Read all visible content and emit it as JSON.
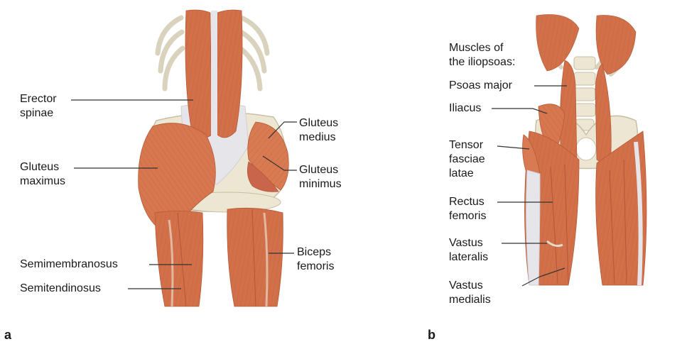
{
  "panels": [
    {
      "id": "a",
      "letter": "a",
      "labels": [
        {
          "key": "erector_spinae",
          "text": "Erector\nspinae"
        },
        {
          "key": "gluteus_maximus",
          "text": "Gluteus\nmaximus"
        },
        {
          "key": "semimembranosus",
          "text": "Semimembranosus"
        },
        {
          "key": "semitendinosus",
          "text": "Semitendinosus"
        },
        {
          "key": "gluteus_medius",
          "text": "Gluteus\nmedius"
        },
        {
          "key": "gluteus_minimus",
          "text": "Gluteus\nminimus"
        },
        {
          "key": "biceps_femoris",
          "text": "Biceps\nfemoris"
        }
      ]
    },
    {
      "id": "b",
      "letter": "b",
      "labels": [
        {
          "key": "iliopsoas_heading",
          "text": "Muscles of\nthe iliopsoas:"
        },
        {
          "key": "psoas_major",
          "text": "Psoas major"
        },
        {
          "key": "iliacus",
          "text": "Iliacus"
        },
        {
          "key": "tensor_fasciae_latae",
          "text": "Tensor\nfasciae\nlatae"
        },
        {
          "key": "rectus_femoris",
          "text": "Rectus\nfemoris"
        },
        {
          "key": "vastus_lateralis",
          "text": "Vastus\nlateralis"
        },
        {
          "key": "vastus_medialis",
          "text": "Vastus\nmedialis"
        }
      ]
    }
  ],
  "colors": {
    "muscle": "#d2704a",
    "muscle_dark": "#b85a38",
    "muscle_light": "#e08a62",
    "bone": "#ede6d2",
    "bone_edge": "#c9bfa4",
    "fascia": "#e6e6ea",
    "leader": "#333333"
  }
}
